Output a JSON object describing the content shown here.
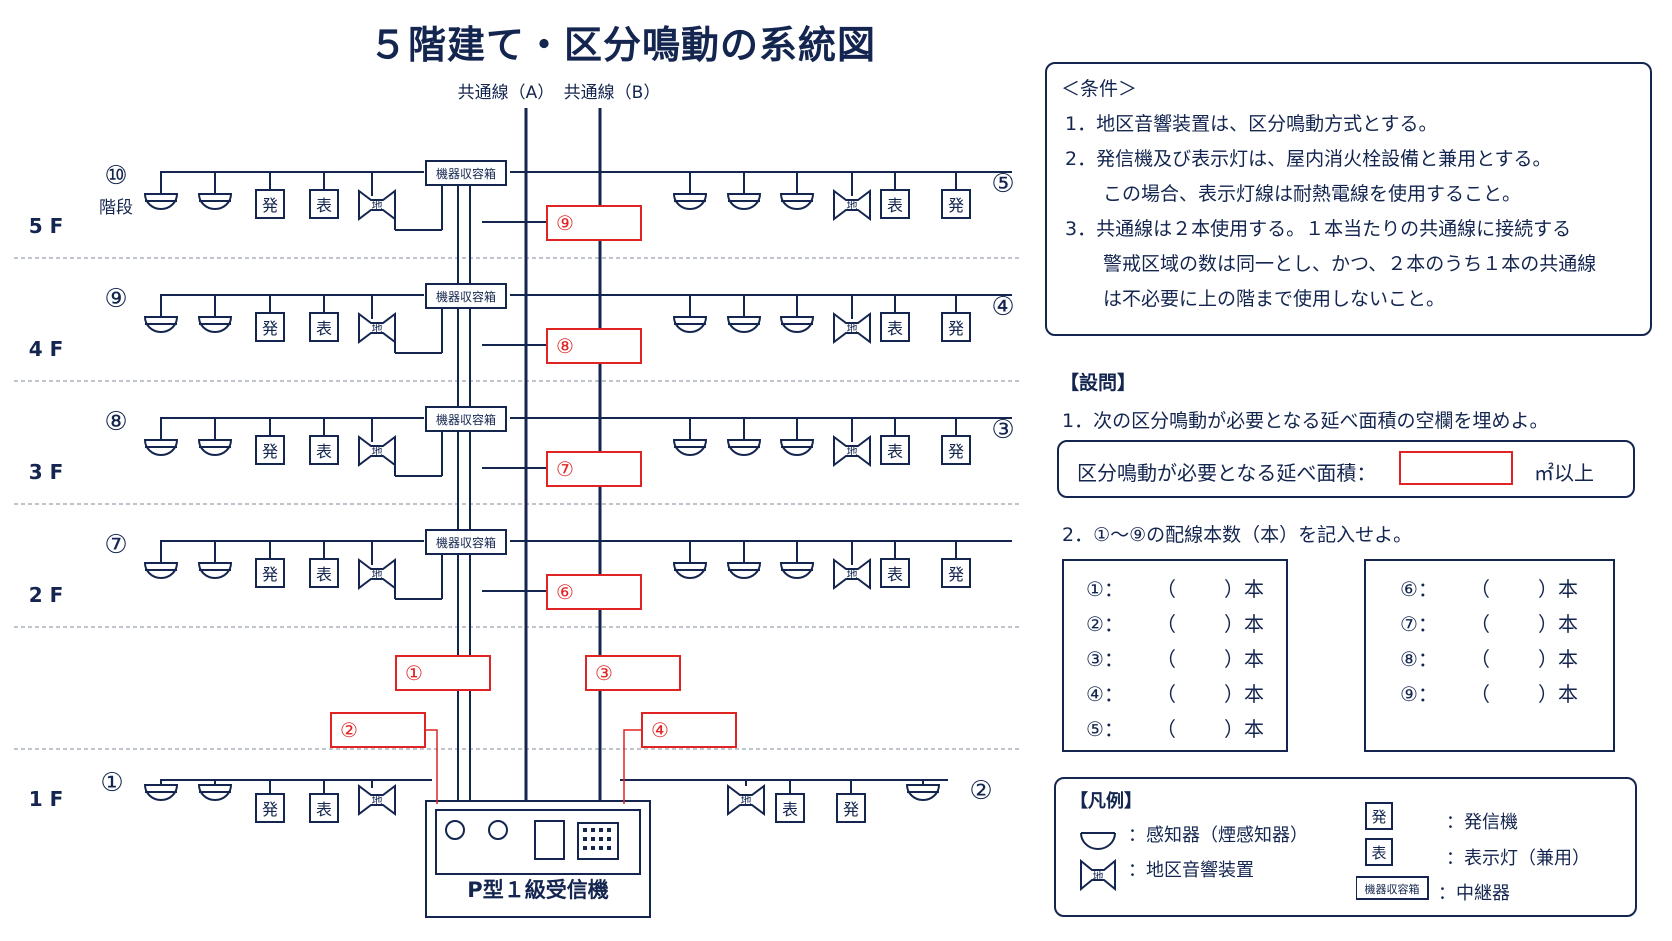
{
  "title": "５階建て・区分鳴動の系統図",
  "common_lines": {
    "a": "共通線（A）",
    "b": "共通線（B）"
  },
  "floors": [
    "5 F",
    "4 F",
    "3 F",
    "2 F",
    "1 F"
  ],
  "zones": {
    "left": [
      "⑩",
      "⑨",
      "⑧",
      "⑦",
      "①"
    ],
    "right": [
      "⑤",
      "④",
      "③",
      "",
      "②"
    ],
    "stair_label": "階段"
  },
  "relay_box_label": "機器収容箱",
  "symbols": {
    "hatsu": "発",
    "hyo": "表",
    "chi": "地"
  },
  "red_boxes": [
    "⑨",
    "⑧",
    "⑦",
    "⑥",
    "①",
    "③",
    "②",
    "④"
  ],
  "receiver_label": "P型１級受信機",
  "conditions": {
    "heading": "＜条件＞",
    "lines": [
      "1．地区音響装置は、区分鳴動方式とする。",
      "2．発信機及び表示灯は、屋内消火栓設備と兼用とする。",
      "この場合、表示灯線は耐熱電線を使用すること。",
      "3．共通線は２本使用する。１本当たりの共通線に接続する",
      "警戒区域の数は同一とし、かつ、２本のうち１本の共通線",
      "は不必要に上の階まで使用しないこと。"
    ]
  },
  "questions": {
    "heading": "【設問】",
    "q1": "1．次の区分鳴動が必要となる延べ面積の空欄を埋めよ。",
    "area_label": "区分鳴動が必要となる延べ面積：",
    "area_unit": "㎡以上",
    "q2": "2．①～⑨の配線本数（本）を記入せよ。",
    "answers_left": [
      "①：",
      "②：",
      "③：",
      "④：",
      "⑤："
    ],
    "answers_right": [
      "⑥：",
      "⑦：",
      "⑧：",
      "⑨："
    ],
    "paren_open": "（",
    "paren_close": "）本"
  },
  "legend": {
    "heading": "【凡例】",
    "detector": "：感知器（煙感知器）",
    "bell": "：地区音響装置",
    "hatsu": "：発信機",
    "hyo": "：表示灯（兼用）",
    "relay": "：中継器"
  },
  "colors": {
    "navy": "#14264f",
    "red": "#e02424",
    "divider": "#9aa0ad"
  }
}
